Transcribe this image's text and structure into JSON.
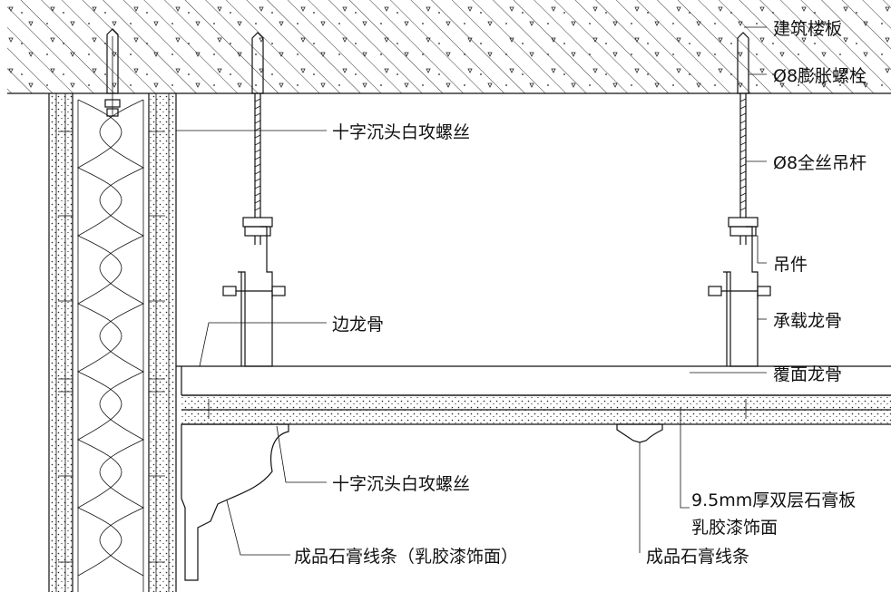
{
  "labels": {
    "floor_slab": "建筑楼板",
    "expansion_bolt": "Ø8膨胀螺栓",
    "threaded_rod": "Ø8全丝吊杆",
    "hanger": "吊件",
    "main_keel": "承载龙骨",
    "cover_keel": "覆面龙骨",
    "edge_keel": "边龙骨",
    "screw_top": "十字沉头白攻螺丝",
    "screw_bottom": "十字沉头白攻螺丝",
    "gypsum_board_line1": "9.5mm厚双层石膏板",
    "gypsum_board_line2": "乳胶漆饰面",
    "cornice_finished": "成品石膏线条（乳胶漆饰面）",
    "cornice_plain": "成品石膏线条"
  },
  "colors": {
    "line": "#111111",
    "background": "#ffffff"
  }
}
